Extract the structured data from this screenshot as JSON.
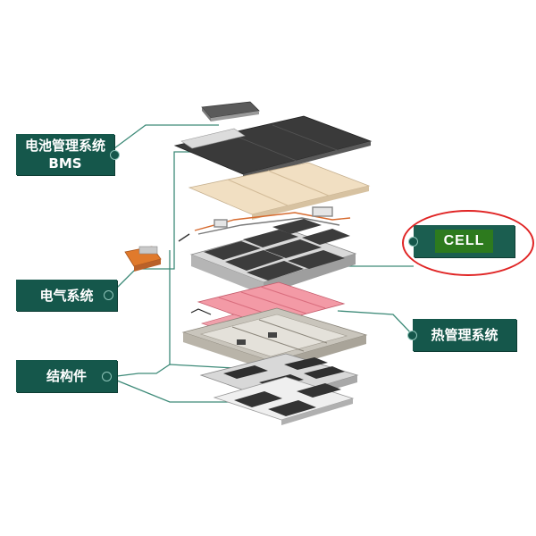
{
  "labels": {
    "bms_line1": "电池管理系统",
    "bms_line2": "BMS",
    "electrical": "电气系统",
    "structure": "结构件",
    "thermal": "热管理系统",
    "cell": "CELL"
  },
  "colors": {
    "tag_background": "#15574b",
    "tag_text": "#ffffff",
    "cell_highlight": "#2d7a1e",
    "circle_annotation": "#e02424",
    "connector_line": "#3d8a78",
    "thermal_pad": "#f07c8c"
  }
}
